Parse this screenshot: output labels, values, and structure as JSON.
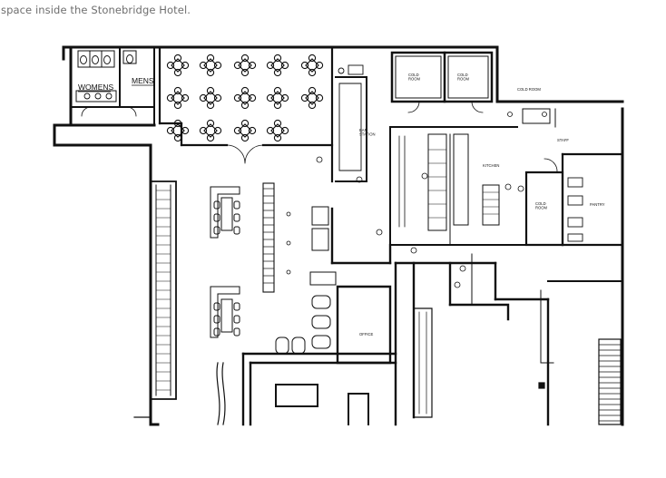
{
  "caption": "space inside the Stonebridge Hotel.",
  "rooms": {
    "womens": "WOMENS",
    "mens": "MENS",
    "cold_room_1": "COLD\nROOM",
    "cold_room_2": "COLD\nROOM",
    "cold_room_3": "COLD ROOM",
    "cold_room_4": "COLD\nROOM",
    "bar_station": "BAR\nSTATION",
    "kitchen": "KITCHEN",
    "staff": "STAFF",
    "pantry": "PANTRY",
    "office": "OFFICE"
  }
}
